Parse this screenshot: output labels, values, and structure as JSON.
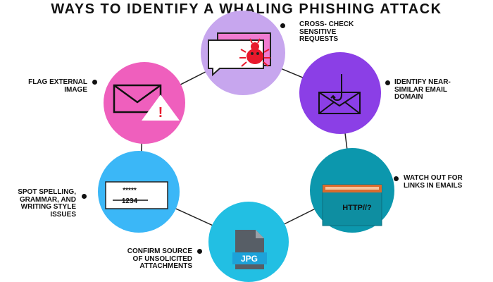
{
  "title": "WAYS TO IDENTIFY A WHALING PHISHING ATTACK",
  "items": [
    {
      "lines": [
        "CROSS- CHECK",
        "SENSITIVE",
        "REQUESTS"
      ],
      "icon": "speech-bubble-bug-icon",
      "color": "#c7a6ee"
    },
    {
      "lines": [
        "IDENTIFY NEAR-",
        "SIMILAR EMAIL",
        "DOMAIN"
      ],
      "icon": "envelope-hook-icon",
      "color": "#8b3fe6"
    },
    {
      "lines": [
        "WATCH OUT FOR",
        "LINKS IN EMAILS"
      ],
      "icon": "browser-window-icon",
      "color": "#0c97ad",
      "icon_text": "HTTP//?"
    },
    {
      "lines": [
        "CONFIRM SOURCE",
        "OF UNSOLICITED",
        "ATTACHMENTS"
      ],
      "icon": "jpg-file-icon",
      "color": "#22bfe3",
      "icon_text": "JPG"
    },
    {
      "lines": [
        "SPOT SPELLING,",
        "GRAMMAR, AND",
        "WRITING STYLE",
        "ISSUES"
      ],
      "icon": "password-field-icon",
      "color": "#3bb7f7",
      "icon_text_1": "*****",
      "icon_text_2": "1234"
    },
    {
      "lines": [
        "FLAG EXTERNAL",
        "IMAGE"
      ],
      "icon": "envelope-warning-icon",
      "color": "#ef5fbd",
      "icon_text": "!"
    }
  ]
}
